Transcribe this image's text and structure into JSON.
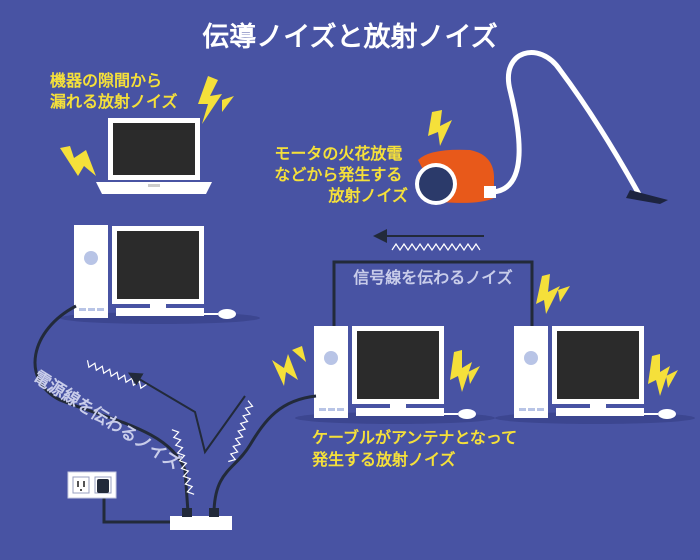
{
  "title": "伝導ノイズと放射ノイズ",
  "labels": {
    "gap_noise": [
      "機器の隙間から",
      "漏れる放射ノイズ"
    ],
    "motor_noise": [
      "モータの火花放電",
      "などから発生する",
      "放射ノイズ"
    ],
    "signal_noise": "信号線を伝わるノイズ",
    "power_noise": "電源線を伝わるノイズ",
    "cable_noise": [
      "ケーブルがアンテナとなって",
      "発生する放射ノイズ"
    ]
  },
  "colors": {
    "background": "#4853a3",
    "label_yellow": "#f5e03a",
    "signal_label": "#c9cdea",
    "power_label": "#c9cdea",
    "vacuum_orange": "#e8591a",
    "device_white": "#ffffff",
    "screen_dark": "#2b2b2b",
    "cable_dark": "#222a3a"
  },
  "icons": {
    "laptop": "laptop-icon",
    "desktop": "desktop-computer-icon",
    "vacuum": "vacuum-cleaner-icon",
    "outlet": "wall-outlet-icon",
    "power_strip": "power-strip-icon",
    "spark": "lightning-spark-icon"
  }
}
